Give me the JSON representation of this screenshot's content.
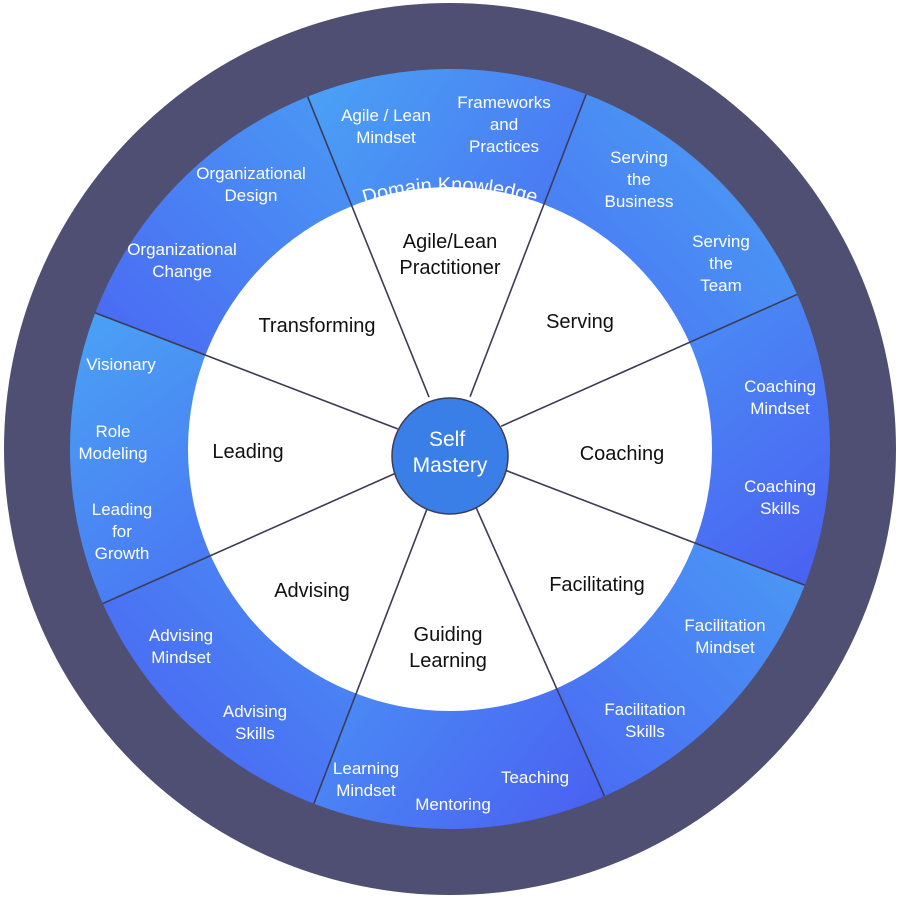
{
  "outer_ring_label": "Domain Knowledge",
  "center_label": [
    "Self",
    "Mastery"
  ],
  "colors": {
    "outer_ring": "#4f4f73",
    "blue_light": "#4aa3f5",
    "blue_deep": "#4a5ff2",
    "center": "#3a7fe8",
    "divider": "#3c3c55",
    "inner": "#ffffff"
  },
  "categories": [
    {
      "name": [
        "Agile/Lean",
        "Practitioner"
      ],
      "subs": [
        [
          "Agile / Lean",
          "Mindset"
        ],
        [
          "Frameworks",
          "and",
          "Practices"
        ]
      ]
    },
    {
      "name": [
        "Serving"
      ],
      "subs": [
        [
          "Serving",
          "the",
          "Business"
        ],
        [
          "Serving",
          "the",
          "Team"
        ]
      ]
    },
    {
      "name": [
        "Coaching"
      ],
      "subs": [
        [
          "Coaching",
          "Mindset"
        ],
        [
          "Coaching",
          "Skills"
        ]
      ]
    },
    {
      "name": [
        "Facilitating"
      ],
      "subs": [
        [
          "Facilitation",
          "Mindset"
        ],
        [
          "Facilitation",
          "Skills"
        ]
      ]
    },
    {
      "name": [
        "Guiding",
        "Learning"
      ],
      "subs": [
        [
          "Teaching"
        ],
        [
          "Mentoring"
        ],
        [
          "Learning",
          "Mindset"
        ]
      ]
    },
    {
      "name": [
        "Advising"
      ],
      "subs": [
        [
          "Advising",
          "Mindset"
        ],
        [
          "Advising",
          "Skills"
        ]
      ]
    },
    {
      "name": [
        "Leading"
      ],
      "subs": [
        [
          "Visionary"
        ],
        [
          "Role",
          "Modeling"
        ],
        [
          "Leading",
          "for",
          "Growth"
        ]
      ]
    },
    {
      "name": [
        "Transforming"
      ],
      "subs": [
        [
          "Organizational",
          "Change"
        ],
        [
          "Organizational",
          "Design"
        ]
      ]
    }
  ]
}
